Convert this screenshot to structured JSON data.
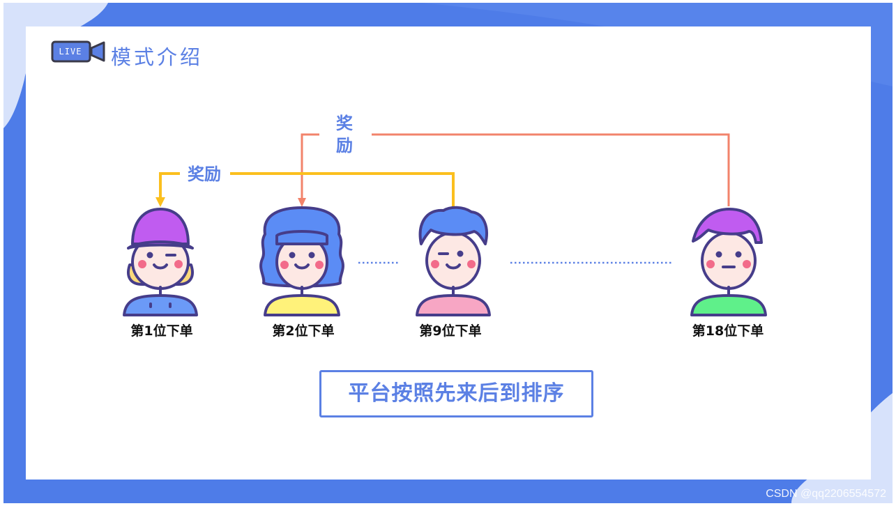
{
  "header": {
    "live_badge": "LIVE",
    "title": "模式介绍"
  },
  "rewards": {
    "reward_a": [
      "奖",
      "励"
    ],
    "reward_b": "奖励"
  },
  "people": [
    {
      "label": "第1位下单",
      "cap": "purple",
      "shirt": "#6b9af7"
    },
    {
      "label": "第2位下单",
      "hair": "blue",
      "shirt": "#fff27a"
    },
    {
      "label": "第9位下单",
      "hair": "blue",
      "shirt": "#f7a6c4"
    },
    {
      "label": "第18位下单",
      "hair": "purple",
      "shirt": "#5ff08a"
    }
  ],
  "rule_text": "平台按照先来后到排序",
  "watermark": "CSDN @qq2206554572",
  "colors": {
    "frame": "#4e7ce8",
    "accent": "#5b80e4",
    "arrow_orange": "#f2836b",
    "arrow_yellow": "#fbbf1e"
  }
}
